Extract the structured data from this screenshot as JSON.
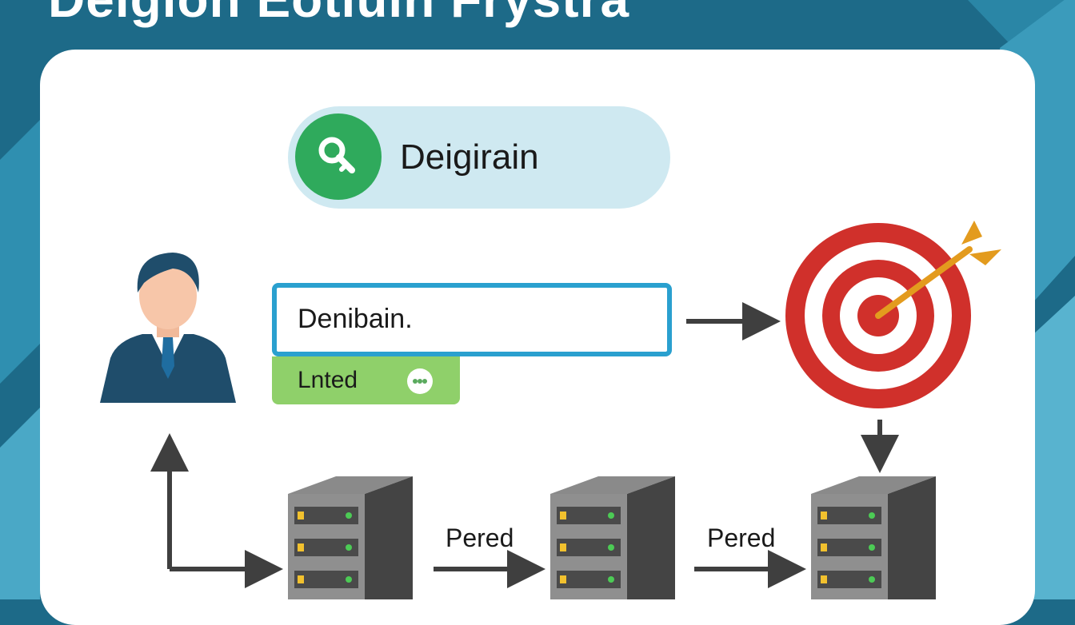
{
  "title": "Deigion Eotiuin Frystra",
  "search": {
    "label": "Deigirain",
    "icon": "search-key-icon"
  },
  "input": {
    "text": "Denibain."
  },
  "green_tab": {
    "label": "Lnted",
    "icon": "dots-icon"
  },
  "edges": [
    {
      "label": "Pered"
    },
    {
      "label": "Pered"
    }
  ],
  "icons": [
    "person-icon",
    "target-icon",
    "server-icon"
  ],
  "colors": {
    "background": "#1d6a88",
    "card": "#ffffff",
    "search_pill": "#cfe9f1",
    "search_circle": "#2faa5c",
    "input_border": "#2aa0cf",
    "green_tab": "#8fd06a",
    "target_red": "#d0302b",
    "arrow": "#3f3f3f"
  }
}
